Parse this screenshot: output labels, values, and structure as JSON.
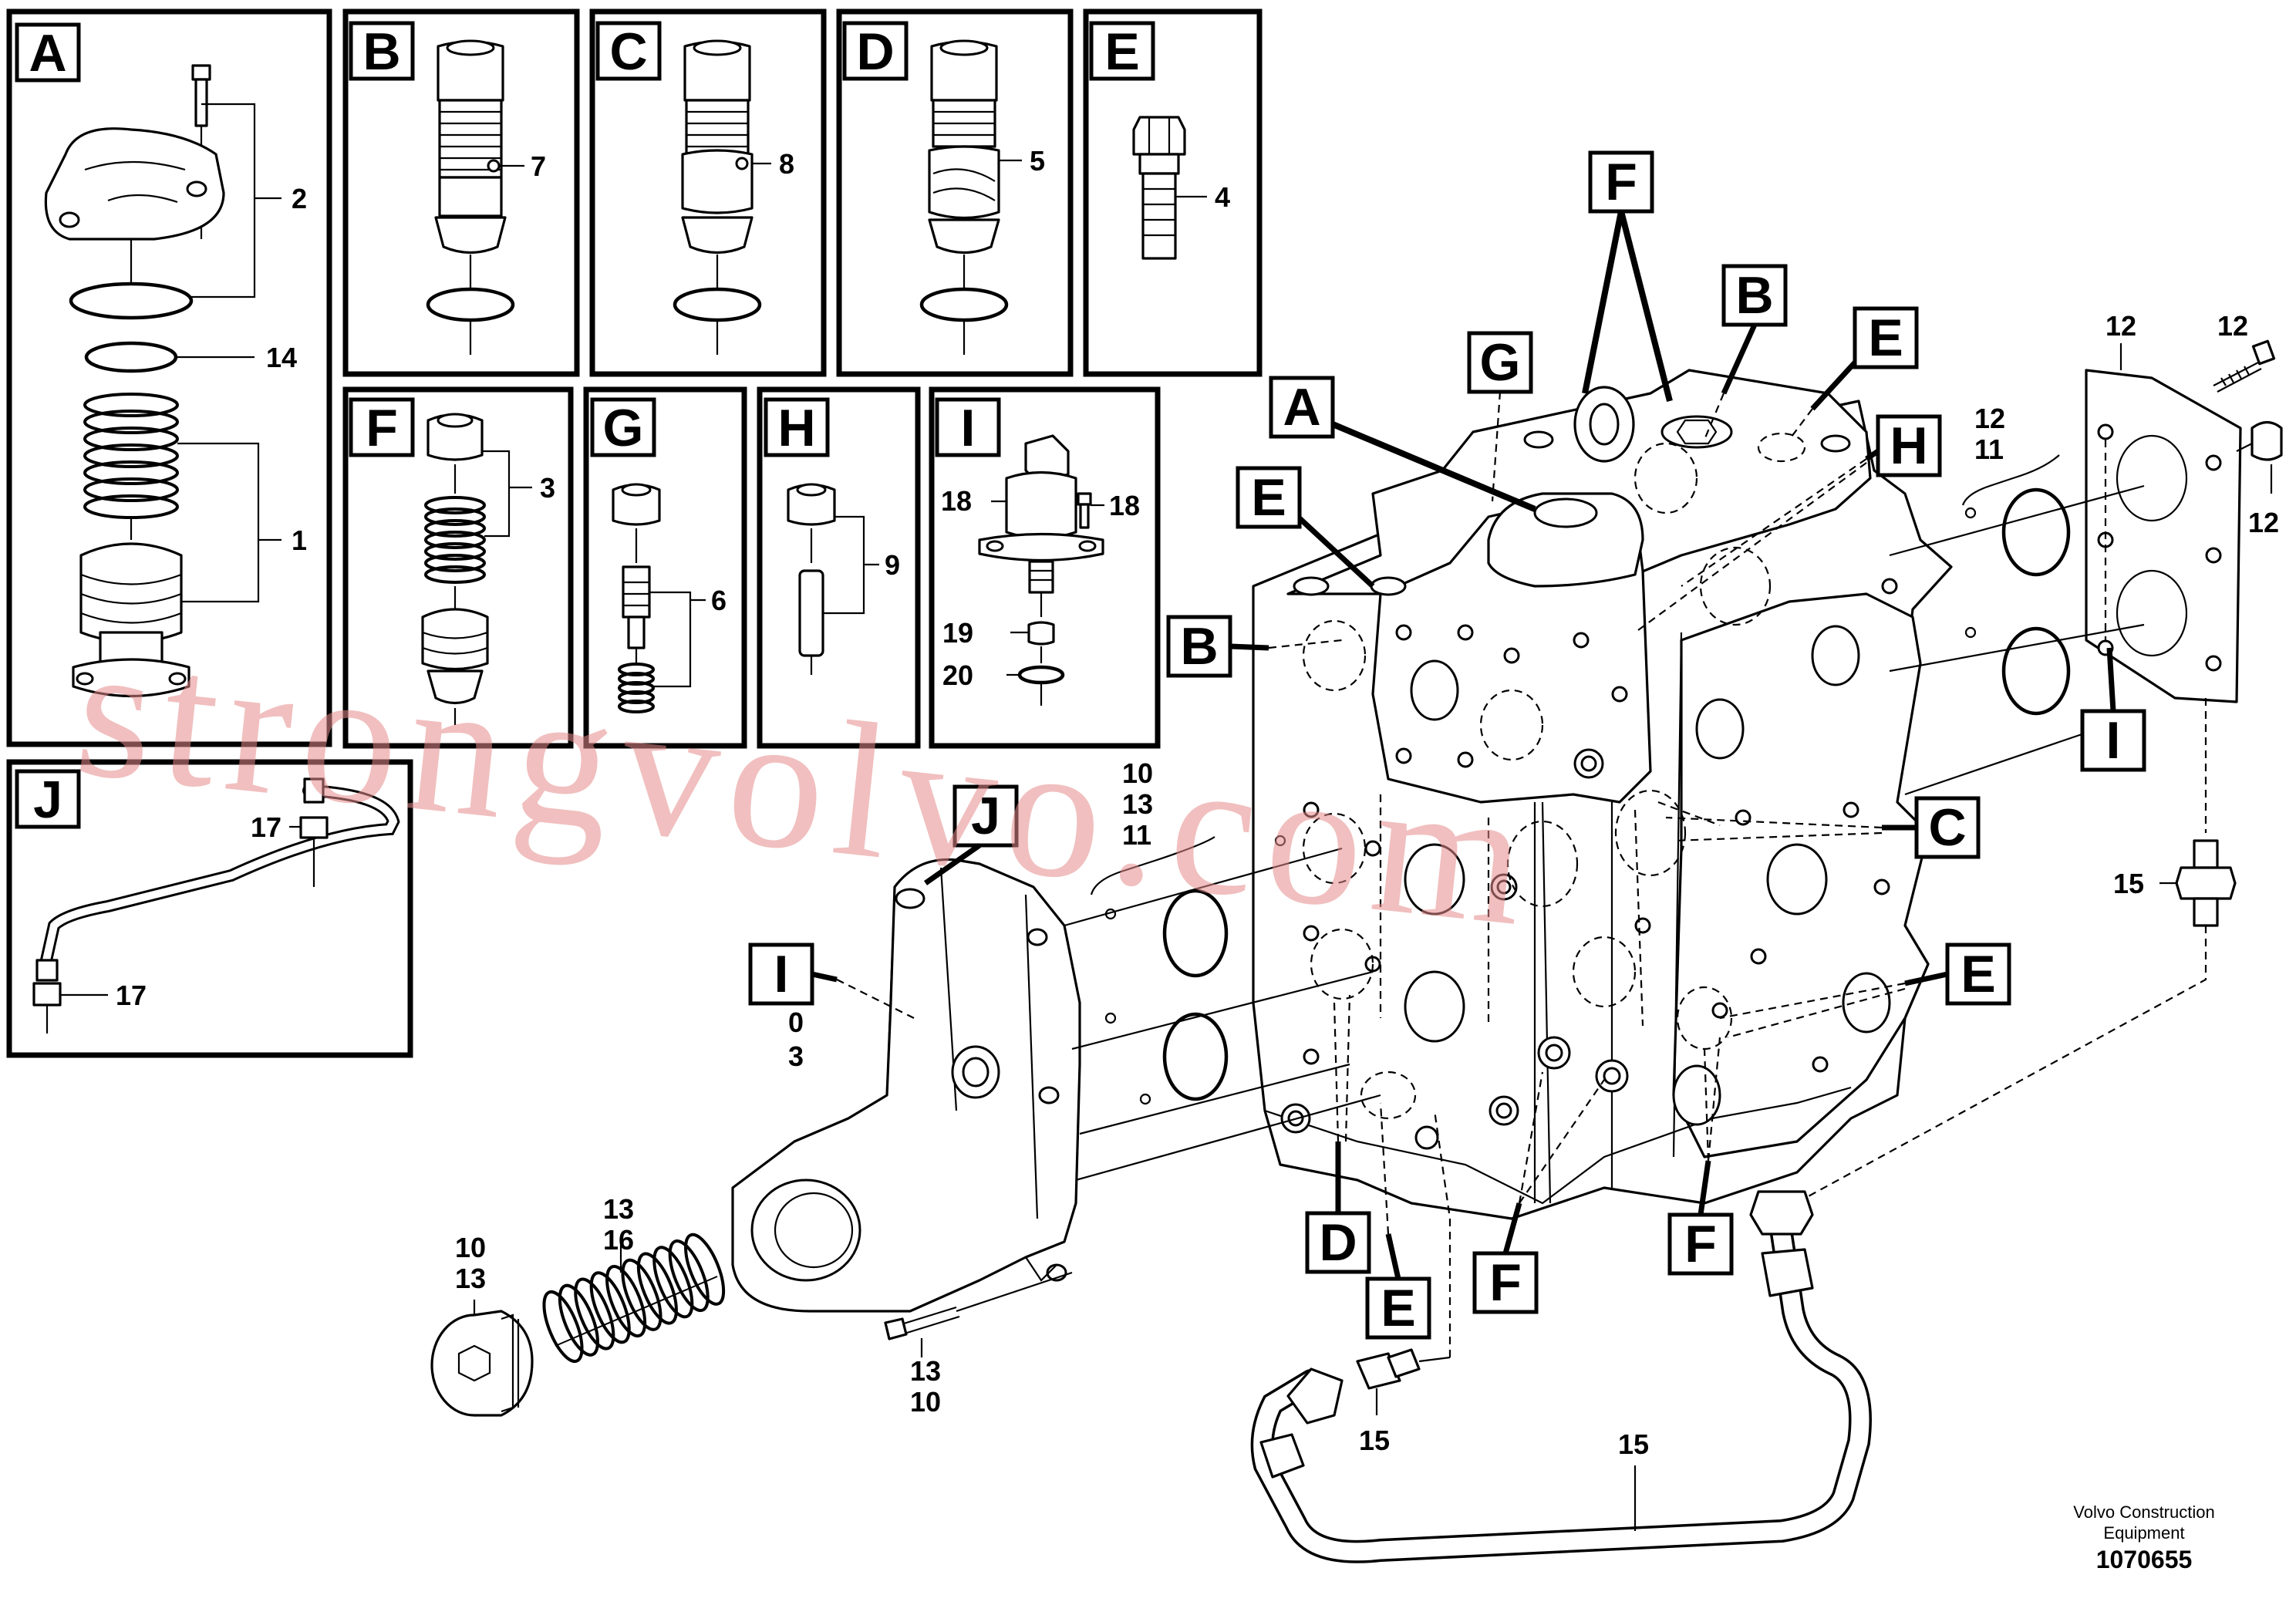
{
  "panels": {
    "A": "A",
    "B": "B",
    "C": "C",
    "D": "D",
    "E": "E",
    "F": "F",
    "G": "G",
    "H": "H",
    "I": "I",
    "J": "J"
  },
  "callouts": {
    "A": "A",
    "B": "B",
    "C": "C",
    "D": "D",
    "E": "E",
    "F": "F",
    "G": "G",
    "H": "H",
    "I": "I",
    "J": "J"
  },
  "part_numbers": {
    "p1": "1",
    "p2": "2",
    "p3": "3",
    "p4": "4",
    "p5": "5",
    "p6": "6",
    "p7": "7",
    "p8": "8",
    "p9": "9",
    "p10": "10",
    "p11": "11",
    "p12": "12",
    "p13": "13",
    "p14": "14",
    "p15": "15",
    "p16": "16",
    "p17": "17",
    "p18": "18",
    "p19": "19",
    "p20": "20"
  },
  "credit": {
    "line1": "Volvo Construction",
    "line2": "Equipment",
    "doc_number": "1070655"
  },
  "watermark": "strongvolvo.com"
}
